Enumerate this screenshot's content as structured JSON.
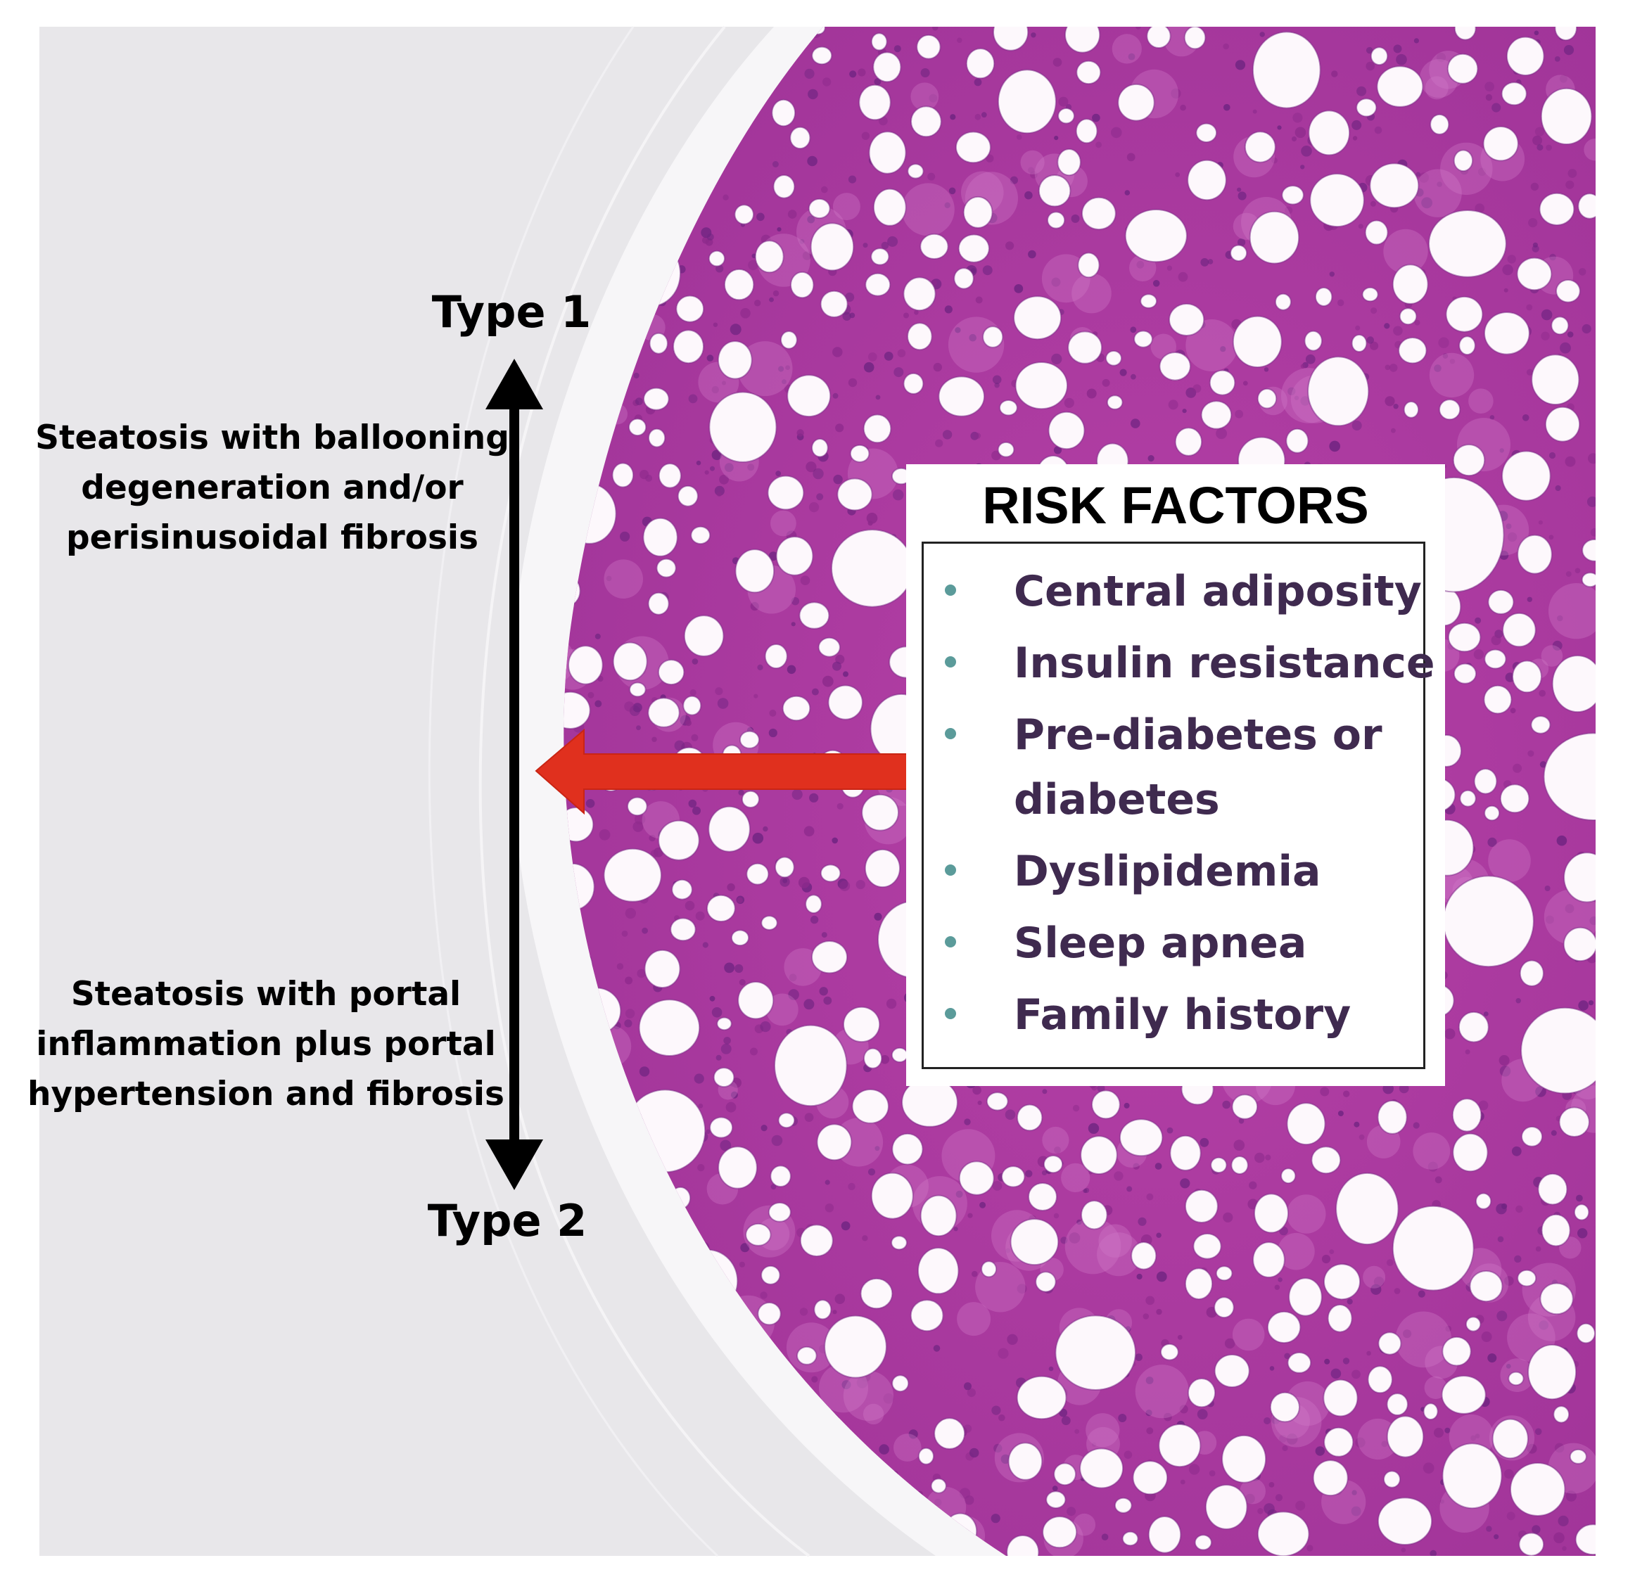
{
  "labels": {
    "type1": "Type 1",
    "type2": "Type 2",
    "type1_description": [
      "Steatosis with ballooning",
      "degeneration and/or",
      "perisinusoidal fibrosis"
    ],
    "type2_description": [
      "Steatosis with portal",
      "inflammation plus portal",
      "hypertension and fibrosis"
    ]
  },
  "risk_factors": {
    "title": "RISK FACTORS",
    "items": [
      {
        "lines": [
          "Central adiposity"
        ]
      },
      {
        "lines": [
          "Insulin resistance"
        ]
      },
      {
        "lines": [
          "Pre-diabetes or",
          "diabetes"
        ]
      },
      {
        "lines": [
          "Dyslipidemia"
        ]
      },
      {
        "lines": [
          "Sleep apnea"
        ]
      },
      {
        "lines": [
          "Family history"
        ]
      }
    ]
  },
  "colors": {
    "background_panel": "#e8e7ea",
    "tissue_base": "#b23fa3",
    "tissue_dark": "#8d2a8c",
    "fat_vacuole": "#fdf8fc",
    "arrow_black": "#000000",
    "arrow_red": "#e0301e",
    "risk_text": "#3f2a4f",
    "bullet": "#5b9b9a"
  },
  "icons": {
    "spectrum_arrow": "double-headed-vertical-arrow-icon",
    "pointer_arrow": "left-pointing-arrow-icon",
    "bullet": "bullet-dot-icon"
  }
}
